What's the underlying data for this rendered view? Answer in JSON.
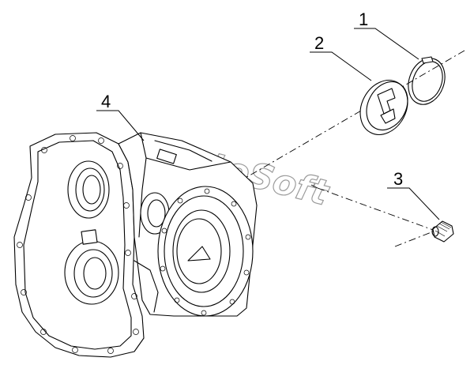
{
  "callouts": [
    {
      "number": "1"
    },
    {
      "number": "2"
    },
    {
      "number": "3"
    },
    {
      "number": "4"
    }
  ],
  "watermark": {
    "text": "AutoSoft"
  },
  "colors": {
    "line": "#000000",
    "background": "#ffffff",
    "watermark_outline": "#8a8a8a"
  }
}
